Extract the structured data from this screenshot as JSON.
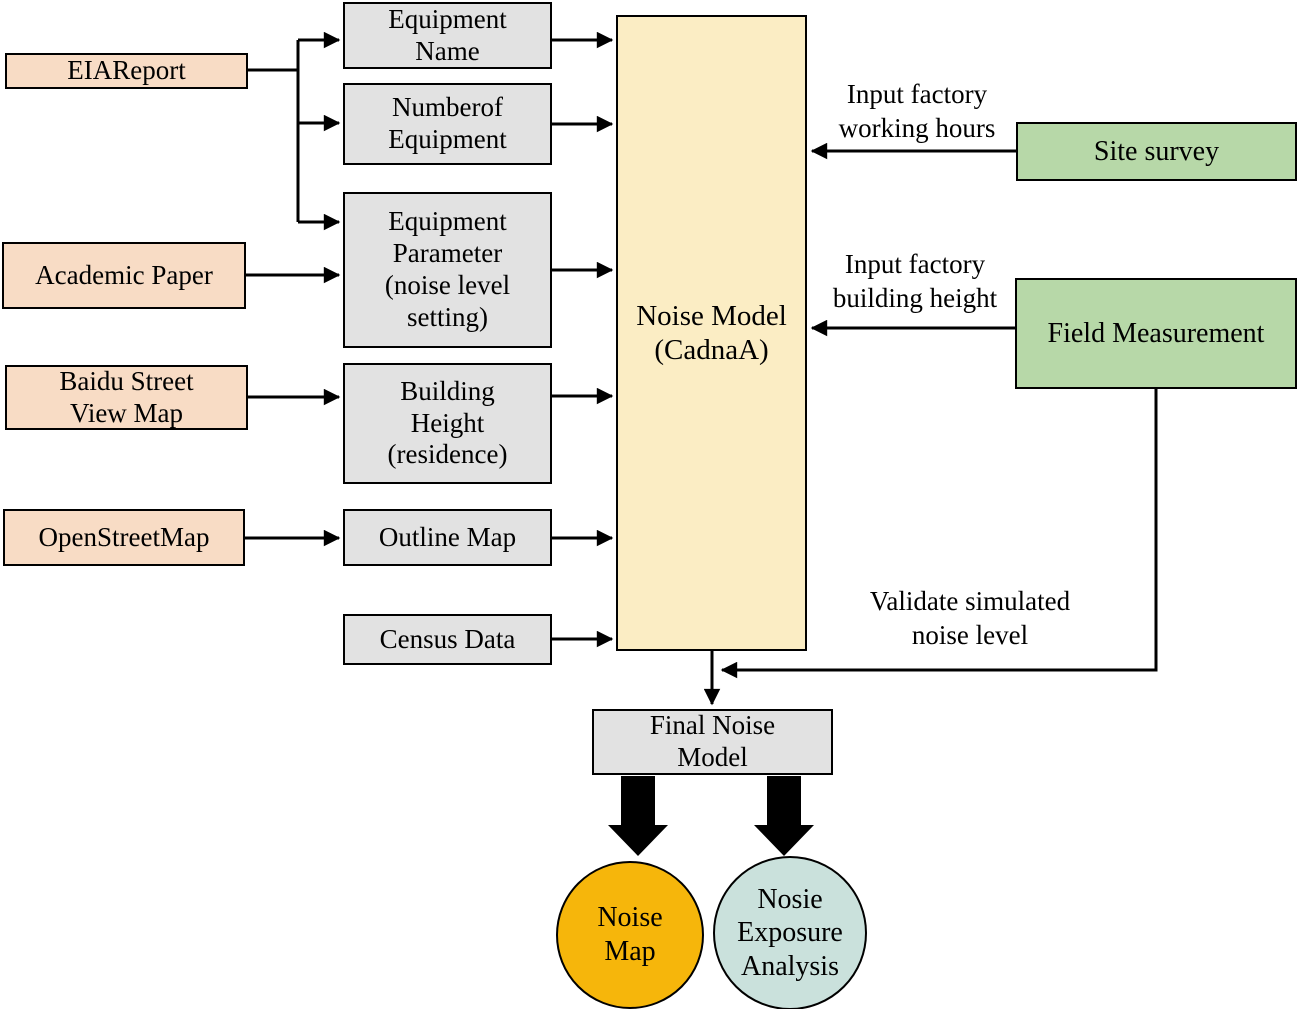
{
  "diagram": {
    "title": "Noise model workflow flowchart",
    "sources": {
      "eia_report": {
        "label": "EIAReport"
      },
      "academic_paper": {
        "label": "Academic Paper"
      },
      "baidu_street_view_map": {
        "label": "Baidu Street\nView Map"
      },
      "openstreetmap": {
        "label": "OpenStreetMap"
      }
    },
    "inputs": {
      "equipment_name": {
        "label": "Equipment\nName"
      },
      "number_of_equipment": {
        "label": "Numberof\nEquipment"
      },
      "equipment_parameter": {
        "label": "Equipment\nParameter\n(noise level\nsetting)"
      },
      "building_height": {
        "label": "Building\nHeight\n(residence)"
      },
      "outline_map": {
        "label": "Outline Map"
      },
      "census_data": {
        "label": "Census Data"
      }
    },
    "model": {
      "label": "Noise Model\n(CadnaA)"
    },
    "field_work": {
      "site_survey": {
        "label": "Site survey"
      },
      "field_measurement": {
        "label": "Field Measurement"
      }
    },
    "edge_labels": {
      "working_hours": "Input factory\nworking hours",
      "building_height": "Input factory\nbuilding height",
      "validate": "Validate simulated\nnoise level"
    },
    "outputs": {
      "final_noise_model": {
        "label": "Final Noise\nModel"
      },
      "noise_map": {
        "label": "Noise\nMap"
      },
      "noise_exposure_analysis": {
        "label": "Nosie\nExposure\nAnalysis"
      }
    },
    "colors": {
      "source_fill": "#f8dcc5",
      "process_fill": "#e2e2e2",
      "model_fill": "#fbedc4",
      "field_fill": "#b7d8a8",
      "noise_map_fill": "#f6b60b",
      "exposure_fill": "#cae1dc",
      "line": "#000000"
    }
  }
}
